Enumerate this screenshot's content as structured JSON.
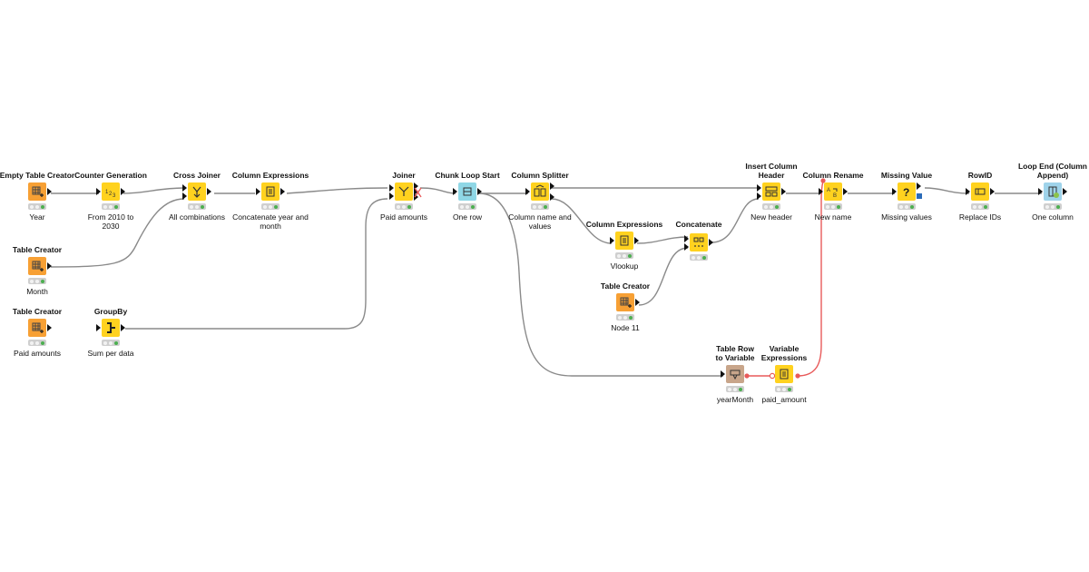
{
  "colors": {
    "data_link": "#8a8a8a",
    "flow_variable_link": "#e85a5a",
    "source_node": "#f7a034",
    "manipulator_node": "#ffd21f",
    "loop_start_node": "#8fd7e6",
    "converter_node": "#c8a58a",
    "loop_end_node": "#9fd3ea",
    "status_ok": "#4caf50"
  },
  "nodes": [
    {
      "id": "n1",
      "title": "Empty Table Creator",
      "label": "Year",
      "icon": "table-creator-icon",
      "color": "orange"
    },
    {
      "id": "n2",
      "title": "Counter Generation",
      "label": "From 2010 to 2030",
      "icon": "counter-icon",
      "color": "yellow"
    },
    {
      "id": "n3",
      "title": "Cross Joiner",
      "label": "All combinations",
      "icon": "cross-joiner-icon",
      "color": "yellow"
    },
    {
      "id": "n4",
      "title": "Column Expressions",
      "label": "Concatenate year and month",
      "icon": "expressions-icon",
      "color": "yellow"
    },
    {
      "id": "n5",
      "title": "Table Creator",
      "label": "Month",
      "icon": "table-creator-icon",
      "color": "orange"
    },
    {
      "id": "n6",
      "title": "Table Creator",
      "label": "Paid amounts",
      "icon": "table-creator-icon",
      "color": "orange"
    },
    {
      "id": "n7",
      "title": "GroupBy",
      "label": "Sum per data",
      "icon": "groupby-icon",
      "color": "yellow"
    },
    {
      "id": "n8",
      "title": "Joiner",
      "label": "Paid amounts",
      "icon": "joiner-icon",
      "color": "yellow"
    },
    {
      "id": "n9",
      "title": "Chunk Loop Start",
      "label": "One row",
      "icon": "loop-start-icon",
      "color": "teal"
    },
    {
      "id": "n10",
      "title": "Column Splitter",
      "label": "Column name and values",
      "icon": "column-splitter-icon",
      "color": "yellow"
    },
    {
      "id": "n11",
      "title": "Column Expressions",
      "label": "Vlookup",
      "icon": "expressions-icon",
      "color": "yellow"
    },
    {
      "id": "n12",
      "title": "Concatenate",
      "label": "",
      "icon": "concatenate-icon",
      "color": "yellow"
    },
    {
      "id": "n13",
      "title": "Table Creator",
      "label": "Node 11",
      "icon": "table-creator-icon",
      "color": "orange"
    },
    {
      "id": "n14",
      "title": "Insert Column Header",
      "label": "New header",
      "icon": "insert-header-icon",
      "color": "yellow"
    },
    {
      "id": "n15",
      "title": "Column Rename",
      "label": "New name",
      "icon": "column-rename-icon",
      "color": "yellow"
    },
    {
      "id": "n16",
      "title": "Missing Value",
      "label": "Missing values",
      "icon": "missing-value-icon",
      "color": "yellow"
    },
    {
      "id": "n17",
      "title": "RowID",
      "label": "Replace IDs",
      "icon": "rowid-icon",
      "color": "yellow"
    },
    {
      "id": "n18",
      "title": "Loop End (Column Append)",
      "label": "One column",
      "icon": "loop-end-icon",
      "color": "blue"
    },
    {
      "id": "n19",
      "title": "Table Row to Variable",
      "label": "yearMonth",
      "icon": "row-to-variable-icon",
      "color": "tan"
    },
    {
      "id": "n20",
      "title": "Variable Expressions",
      "label": "paid_amount",
      "icon": "variable-expressions-icon",
      "color": "yellow"
    }
  ]
}
